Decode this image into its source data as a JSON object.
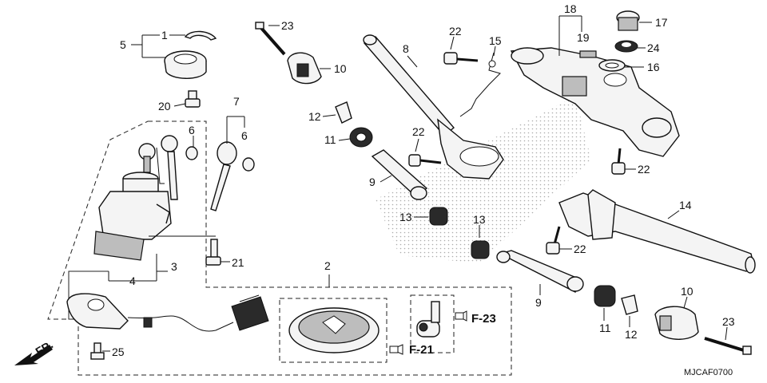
{
  "diagram": {
    "diagram_code": "MJCAF0700",
    "front_marker": "FR.",
    "callouts": {
      "c1": "1",
      "c2": "2",
      "c3": "3",
      "c4": "4",
      "c5": "5",
      "c6a": "6",
      "c6b": "6",
      "c7": "7",
      "c8": "8",
      "c9a": "9",
      "c9b": "9",
      "c10a": "10",
      "c10b": "10",
      "c11a": "11",
      "c11b": "11",
      "c12a": "12",
      "c12b": "12",
      "c13a": "13",
      "c13b": "13",
      "c14": "14",
      "c15": "15",
      "c16": "16",
      "c17": "17",
      "c18": "18",
      "c19": "19",
      "c20": "20",
      "c21": "21",
      "c22a": "22",
      "c22b": "22",
      "c22c": "22",
      "c22d": "22",
      "c23a": "23",
      "c23b": "23",
      "c24": "24",
      "c25": "25"
    },
    "page_refs": {
      "ref_f23": "F-23",
      "ref_f21": "F-21"
    }
  }
}
